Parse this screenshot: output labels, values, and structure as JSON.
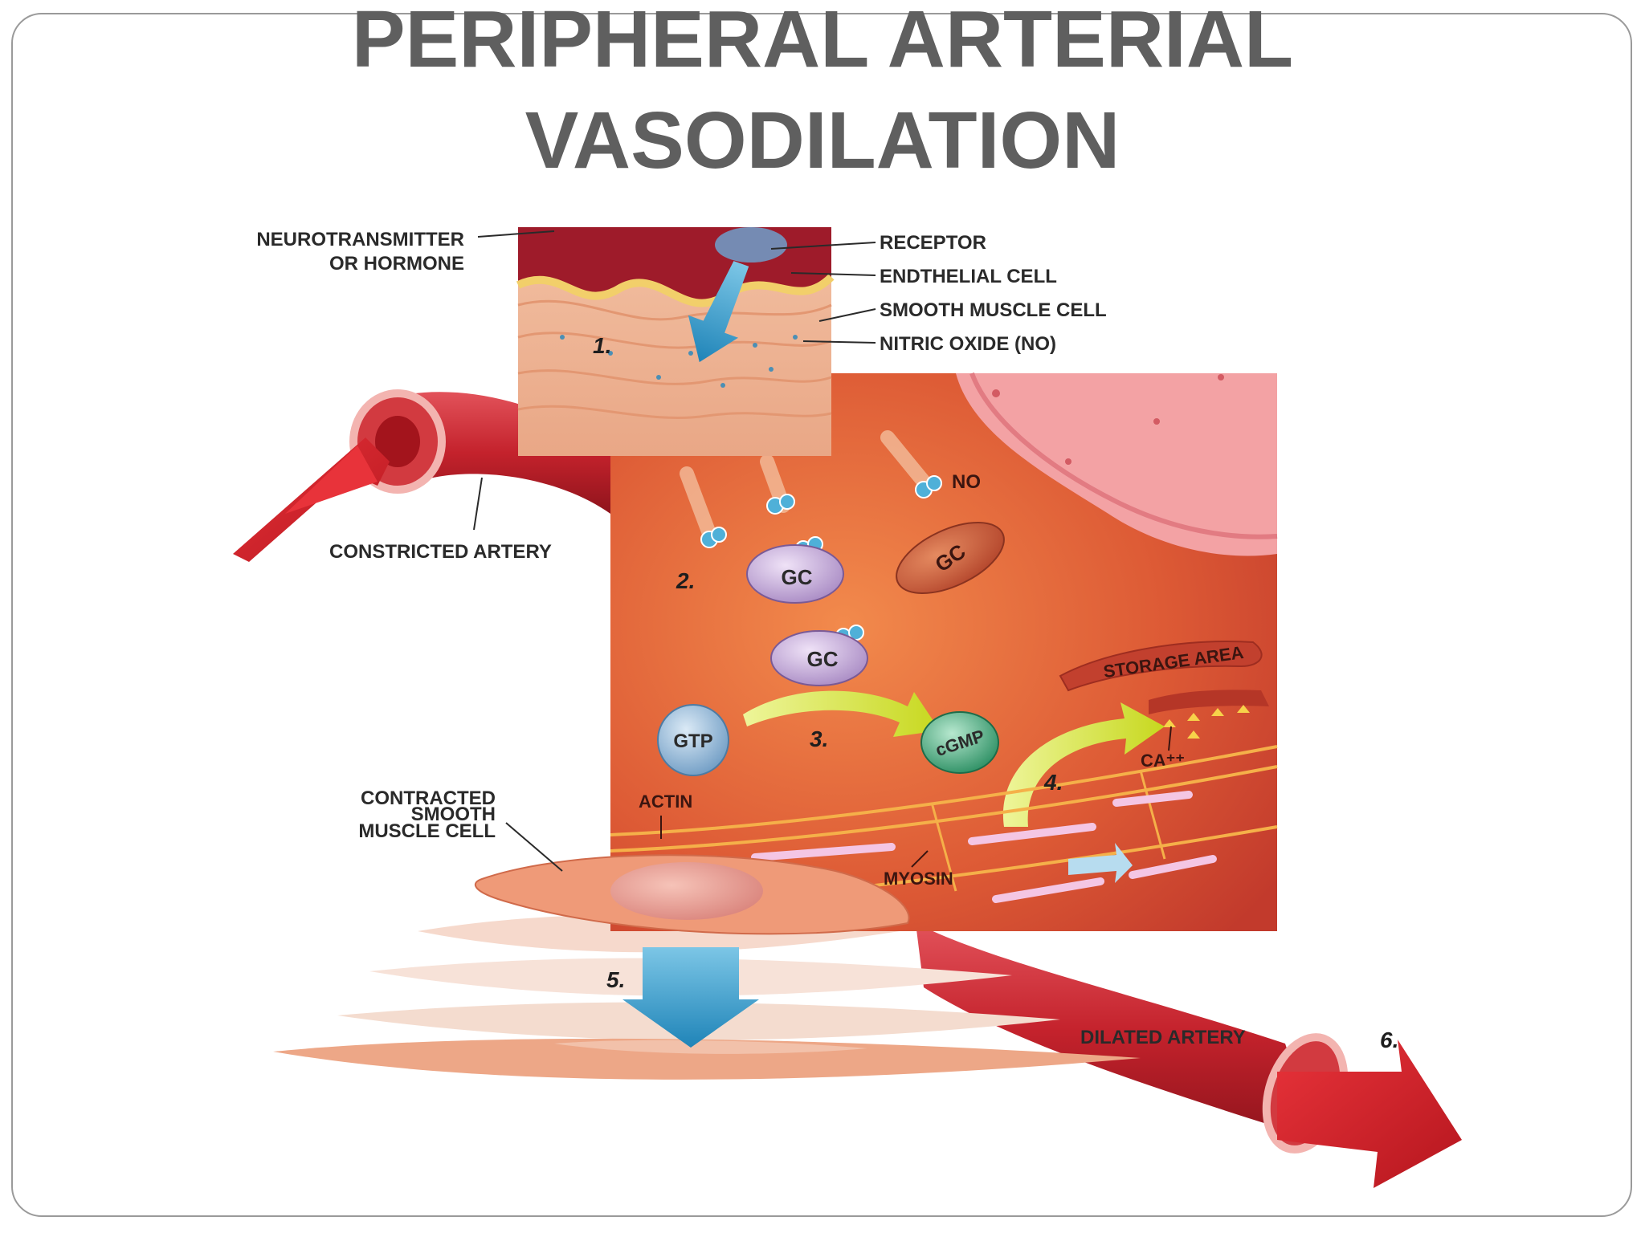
{
  "title": {
    "line1": "PERIPHERAL ARTERIAL",
    "line2": "VASODILATION"
  },
  "labels": {
    "neurotransmitter_line1": "NEUROTRANSMITTER",
    "neurotransmitter_line2": "OR HORMONE",
    "receptor": "RECEPTOR",
    "endothelial_cell": "ENDTHELIAL CELL",
    "smooth_muscle_cell": "SMOOTH MUSCLE CELL",
    "nitric_oxide": "NITRIC OXIDE (NO)",
    "constricted_artery": "CONSTRICTED ARTERY",
    "no": "NO",
    "gc1": "GC",
    "gc2": "GC",
    "gc3": "GC",
    "storage_area": "STORAGE AREA",
    "gtp": "GTP",
    "cgmp": "cGMP",
    "ca": "CA⁺⁺",
    "contracted_line1": "CONTRACTED",
    "contracted_line2": "SMOOTH",
    "contracted_line3": "MUSCLE CELL",
    "actin": "ACTIN",
    "myosin": "MYOSIN",
    "dilated_artery": "DILATED ARTERY"
  },
  "steps": {
    "s1": "1.",
    "s2": "2.",
    "s3": "3.",
    "s4": "4.",
    "s5": "5.",
    "s6": "6."
  },
  "colors": {
    "title": "#5f5f5f",
    "artery_red": "#c8262f",
    "cell_orange": "#e0603a",
    "gc_purple": "#c7a6df",
    "gtp_blue": "#8ab4d8",
    "cgmp_green": "#3fae7e",
    "arrow_yellow": "#d6e23a",
    "arrow_blue": "#2a8fc4"
  }
}
